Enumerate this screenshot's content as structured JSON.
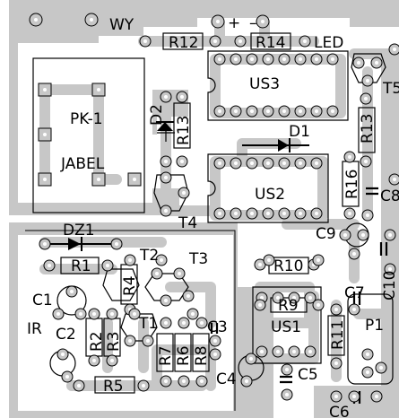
{
  "board": {
    "module_label": "PK-1",
    "module_sublabel": "JABEL",
    "input_label": "WY",
    "plus_sign": "+",
    "minus_sign": "–",
    "led_label": "LED",
    "ir_label": "IR",
    "components": {
      "r12": "R12",
      "r14": "R14",
      "r13a": "R13",
      "r13b": "R13",
      "r16": "R16",
      "us3": "US3",
      "us2": "US2",
      "us1": "US1",
      "d1": "D1",
      "d2": "D2",
      "dz1": "DZ1",
      "r1": "R1",
      "r4": "R4",
      "r2": "R2",
      "r3": "R3",
      "r5": "R5",
      "r7": "R7",
      "r6": "R6",
      "r8": "R8",
      "r9": "R9",
      "r10": "R10",
      "r11": "R11",
      "t1": "T1",
      "t2": "T2",
      "t3": "T3",
      "t4": "T4",
      "t5": "T5",
      "c1": "C1",
      "c2": "C2",
      "c3": "C3",
      "c4": "C4",
      "c5": "C5",
      "c6": "C6",
      "c7": "C7",
      "c8": "C8",
      "c9": "C9",
      "c10": "C10",
      "p1": "P1"
    }
  },
  "colors": {
    "copper": "#c7c7c7",
    "background": "#ffffff",
    "silkscreen": "#000000",
    "hole": "#ffffff"
  }
}
